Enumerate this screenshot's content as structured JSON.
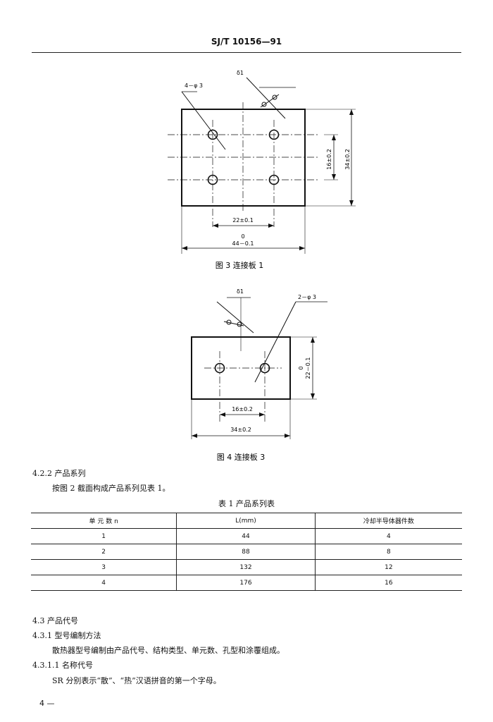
{
  "header": {
    "standard_no": "SJ/T 10156—91"
  },
  "figure3": {
    "caption": "图 3  连接板 1",
    "label_holes": "4－φ 3",
    "label_thickness": "δ1",
    "dim_vertical_outer": "34±0.2",
    "dim_vertical_inner": "16±0.2",
    "dim_hole_spacing": "22±0.1",
    "dim_width_upper": "0",
    "dim_width_main": "44－0.1"
  },
  "figure4": {
    "caption": "图 4  连接板 3",
    "label_holes": "2－φ 3",
    "label_thickness": "δ1",
    "dim_height": "22－0.1",
    "dim_height_upper": "0",
    "dim_hole_spacing": "16±0.2",
    "dim_width": "34±0.2"
  },
  "section_4_2_2": {
    "heading": "4.2.2  产品系列",
    "body": "按图 2 截面构成产品系列见表 1。"
  },
  "table1": {
    "title": "表 1  产品系列表",
    "headers": [
      "单   元   数  n",
      "L(mm)",
      "冷却半导体器件数"
    ],
    "rows": [
      [
        "1",
        "44",
        "4"
      ],
      [
        "2",
        "88",
        "8"
      ],
      [
        "3",
        "132",
        "12"
      ],
      [
        "4",
        "176",
        "16"
      ]
    ]
  },
  "section_4_3": {
    "heading": "4.3  产品代号"
  },
  "section_4_3_1": {
    "heading": "4.3.1  型号编制方法",
    "body": "散热器型号编制由产品代号、结构类型、单元数、孔型和涂覆组成。"
  },
  "section_4_3_1_1": {
    "heading": "4.3.1.1  名称代号",
    "body": "SR 分别表示“散”、“热”汉语拼音的第一个字母。"
  },
  "footer": {
    "page": "4 —"
  }
}
